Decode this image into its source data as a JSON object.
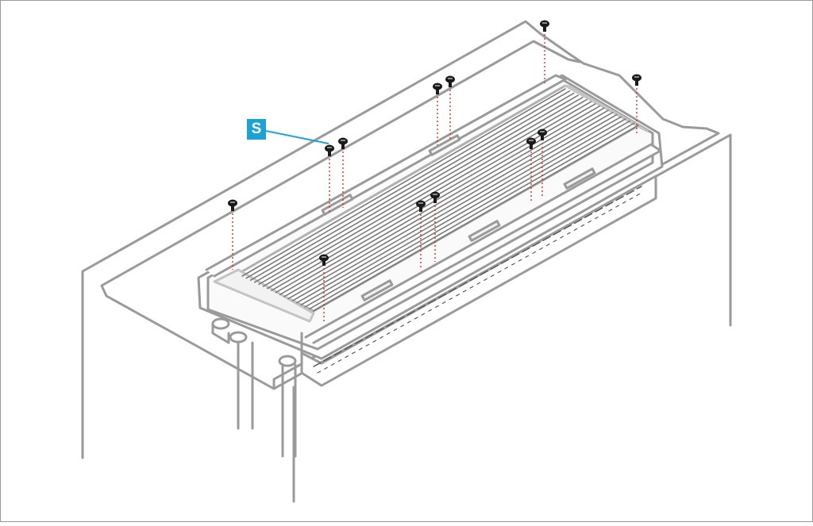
{
  "callout": {
    "label": "S",
    "color": "#1ba3d8"
  },
  "colors": {
    "outline": "#8c8c8c",
    "light_fill": "#f2f2f2",
    "screw": "#1a1a1a",
    "guide_line": "#d9302c"
  },
  "parts": [
    "chassis-top-panel",
    "radiator",
    "mounting-rail",
    "screws",
    "tubes"
  ]
}
